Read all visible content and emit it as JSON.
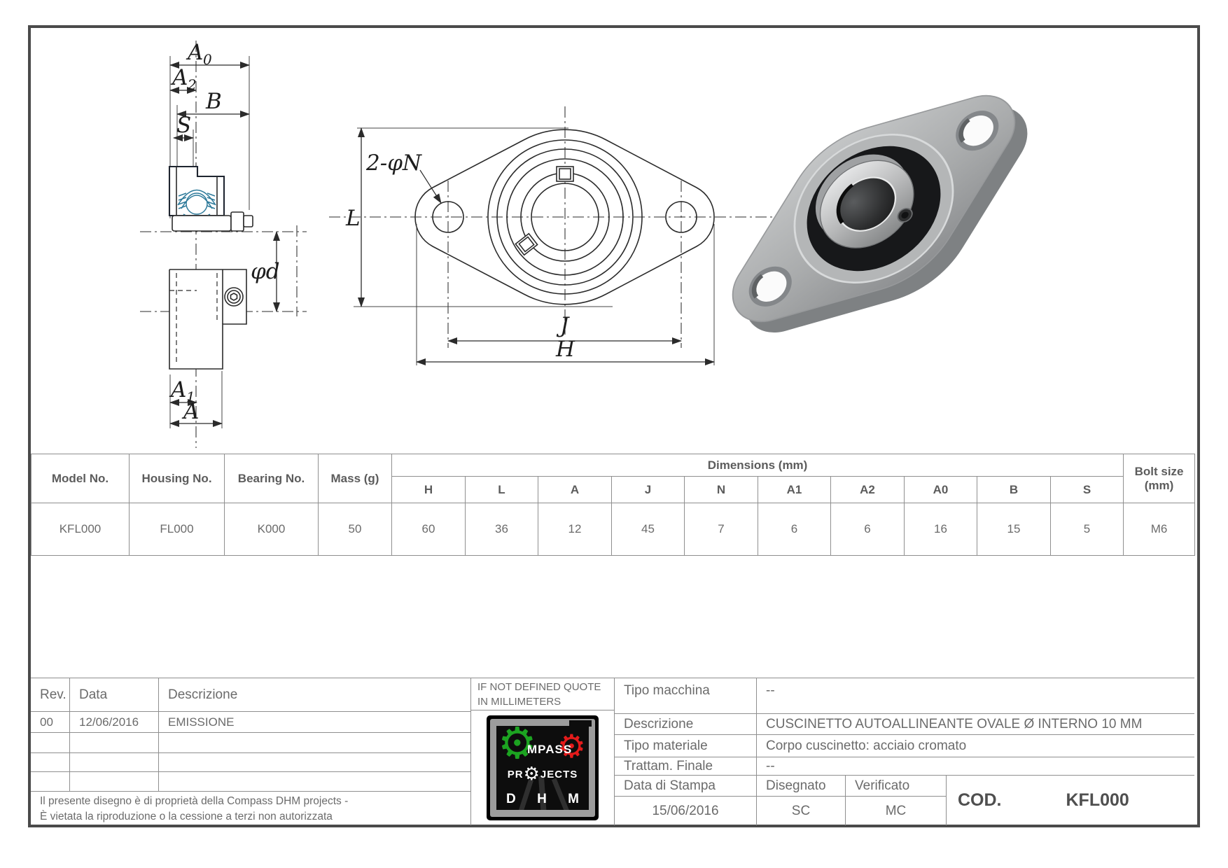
{
  "sheet": {
    "drawing_labels": {
      "a0_main": "A",
      "a0_sub": "0",
      "a2_main": "A",
      "a2_sub": "2",
      "b": "B",
      "s": "S",
      "phi_d": "φd",
      "a1_main": "A",
      "a1_sub": "1",
      "a": "A",
      "l": "L",
      "two_phi_n": "2-φN",
      "j": "J",
      "h": "H"
    },
    "dim_table": {
      "model_header": "Model No.",
      "housing_header": "Housing No.",
      "bearing_header": "Bearing No.",
      "mass_header": "Mass (g)",
      "dims_header": "Dimensions (mm)",
      "bolt_header_line1": "Bolt size",
      "bolt_header_line2": "(mm)",
      "dim_cols": [
        "H",
        "L",
        "A",
        "J",
        "N",
        "A1",
        "A2",
        "A0",
        "B",
        "S"
      ],
      "row": {
        "model": "KFL000",
        "housing": "FL000",
        "bearing": "K000",
        "mass": "50",
        "dims": [
          "60",
          "36",
          "12",
          "45",
          "7",
          "6",
          "6",
          "16",
          "15",
          "5"
        ],
        "bolt": "M6"
      }
    },
    "title_block": {
      "rev_header": "Rev.",
      "data_header": "Data",
      "descrizione_header": "Descrizione",
      "rev_row": {
        "rev": "00",
        "data": "12/06/2016",
        "descrizione": "EMISSIONE"
      },
      "note_line1": "IF NOT DEFINED QUOTE",
      "note_line2": "IN MILLIMETERS",
      "tipo_macchina_label": "Tipo macchina",
      "tipo_macchina_value": "--",
      "descrizione_label": "Descrizione",
      "descrizione_value": "CUSCINETTO AUTOALLINEANTE OVALE Ø INTERNO 10 MM",
      "tipo_materiale_label": "Tipo materiale",
      "tipo_materiale_value": "Corpo cuscinetto: acciaio cromato",
      "trattam_label": "Trattam. Finale",
      "trattam_value": "--",
      "stampa_label": "Data di Stampa",
      "stampa_value": "15/06/2016",
      "disegnato_label": "Disegnato",
      "disegnato_value": "SC",
      "verificato_label": "Verificato",
      "verificato_value": "MC",
      "cod_label": "COD.",
      "cod_value": "KFL000",
      "copyright_line1": "Il presente disegno è di proprietà della Compass DHM projects -",
      "copyright_line2": "È vietata la riproduzione o la cessione a terzi non autorizzata"
    },
    "logo": {
      "part1": "MPASS",
      "part2": "PR",
      "part3": "JECTS",
      "d": "D",
      "h": "H",
      "m": "M"
    },
    "colors": {
      "border_dark": "#4a4a4a",
      "grid_gray": "#8f8f8f",
      "text_gray": "#6b6b6b",
      "line_dark": "#2b2b2b",
      "bearing_teal": "#2e7a9a",
      "logo_green": "#1ca321",
      "logo_red": "#e41b1b"
    }
  }
}
